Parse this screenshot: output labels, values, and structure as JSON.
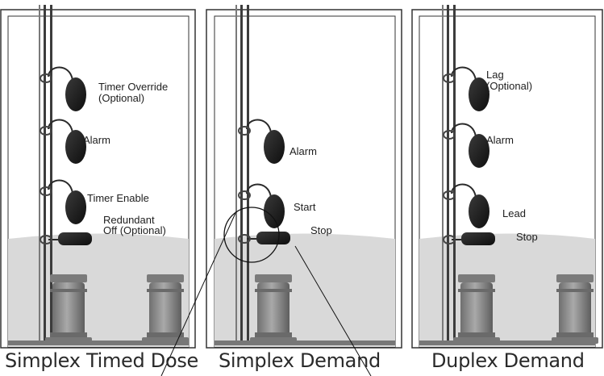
{
  "tanks": [
    {
      "caption": "Simplex Timed Dose",
      "labels": [
        {
          "l1": "Timer Override",
          "l2": "(Optional)"
        },
        {
          "l1": "Alarm"
        },
        {
          "l1": "Timer Enable"
        },
        {
          "l1": "Redundant",
          "l2": "Off (Optional)"
        }
      ]
    },
    {
      "caption": "Simplex Demand",
      "labels": [
        {
          "l1": "Alarm"
        },
        {
          "l1": "Start"
        },
        {
          "l1": "Stop"
        }
      ]
    },
    {
      "caption": "Duplex Demand",
      "labels": [
        {
          "l1": "Lag",
          "l2": "(Optional)"
        },
        {
          "l1": "Alarm"
        },
        {
          "l1": "Lead"
        },
        {
          "l1": "Stop"
        }
      ]
    }
  ],
  "colors": {
    "water": "#d9d9d9",
    "float": "#1b1b1b",
    "pump": "#8e8e8e",
    "outline": "#2b2b2b"
  }
}
